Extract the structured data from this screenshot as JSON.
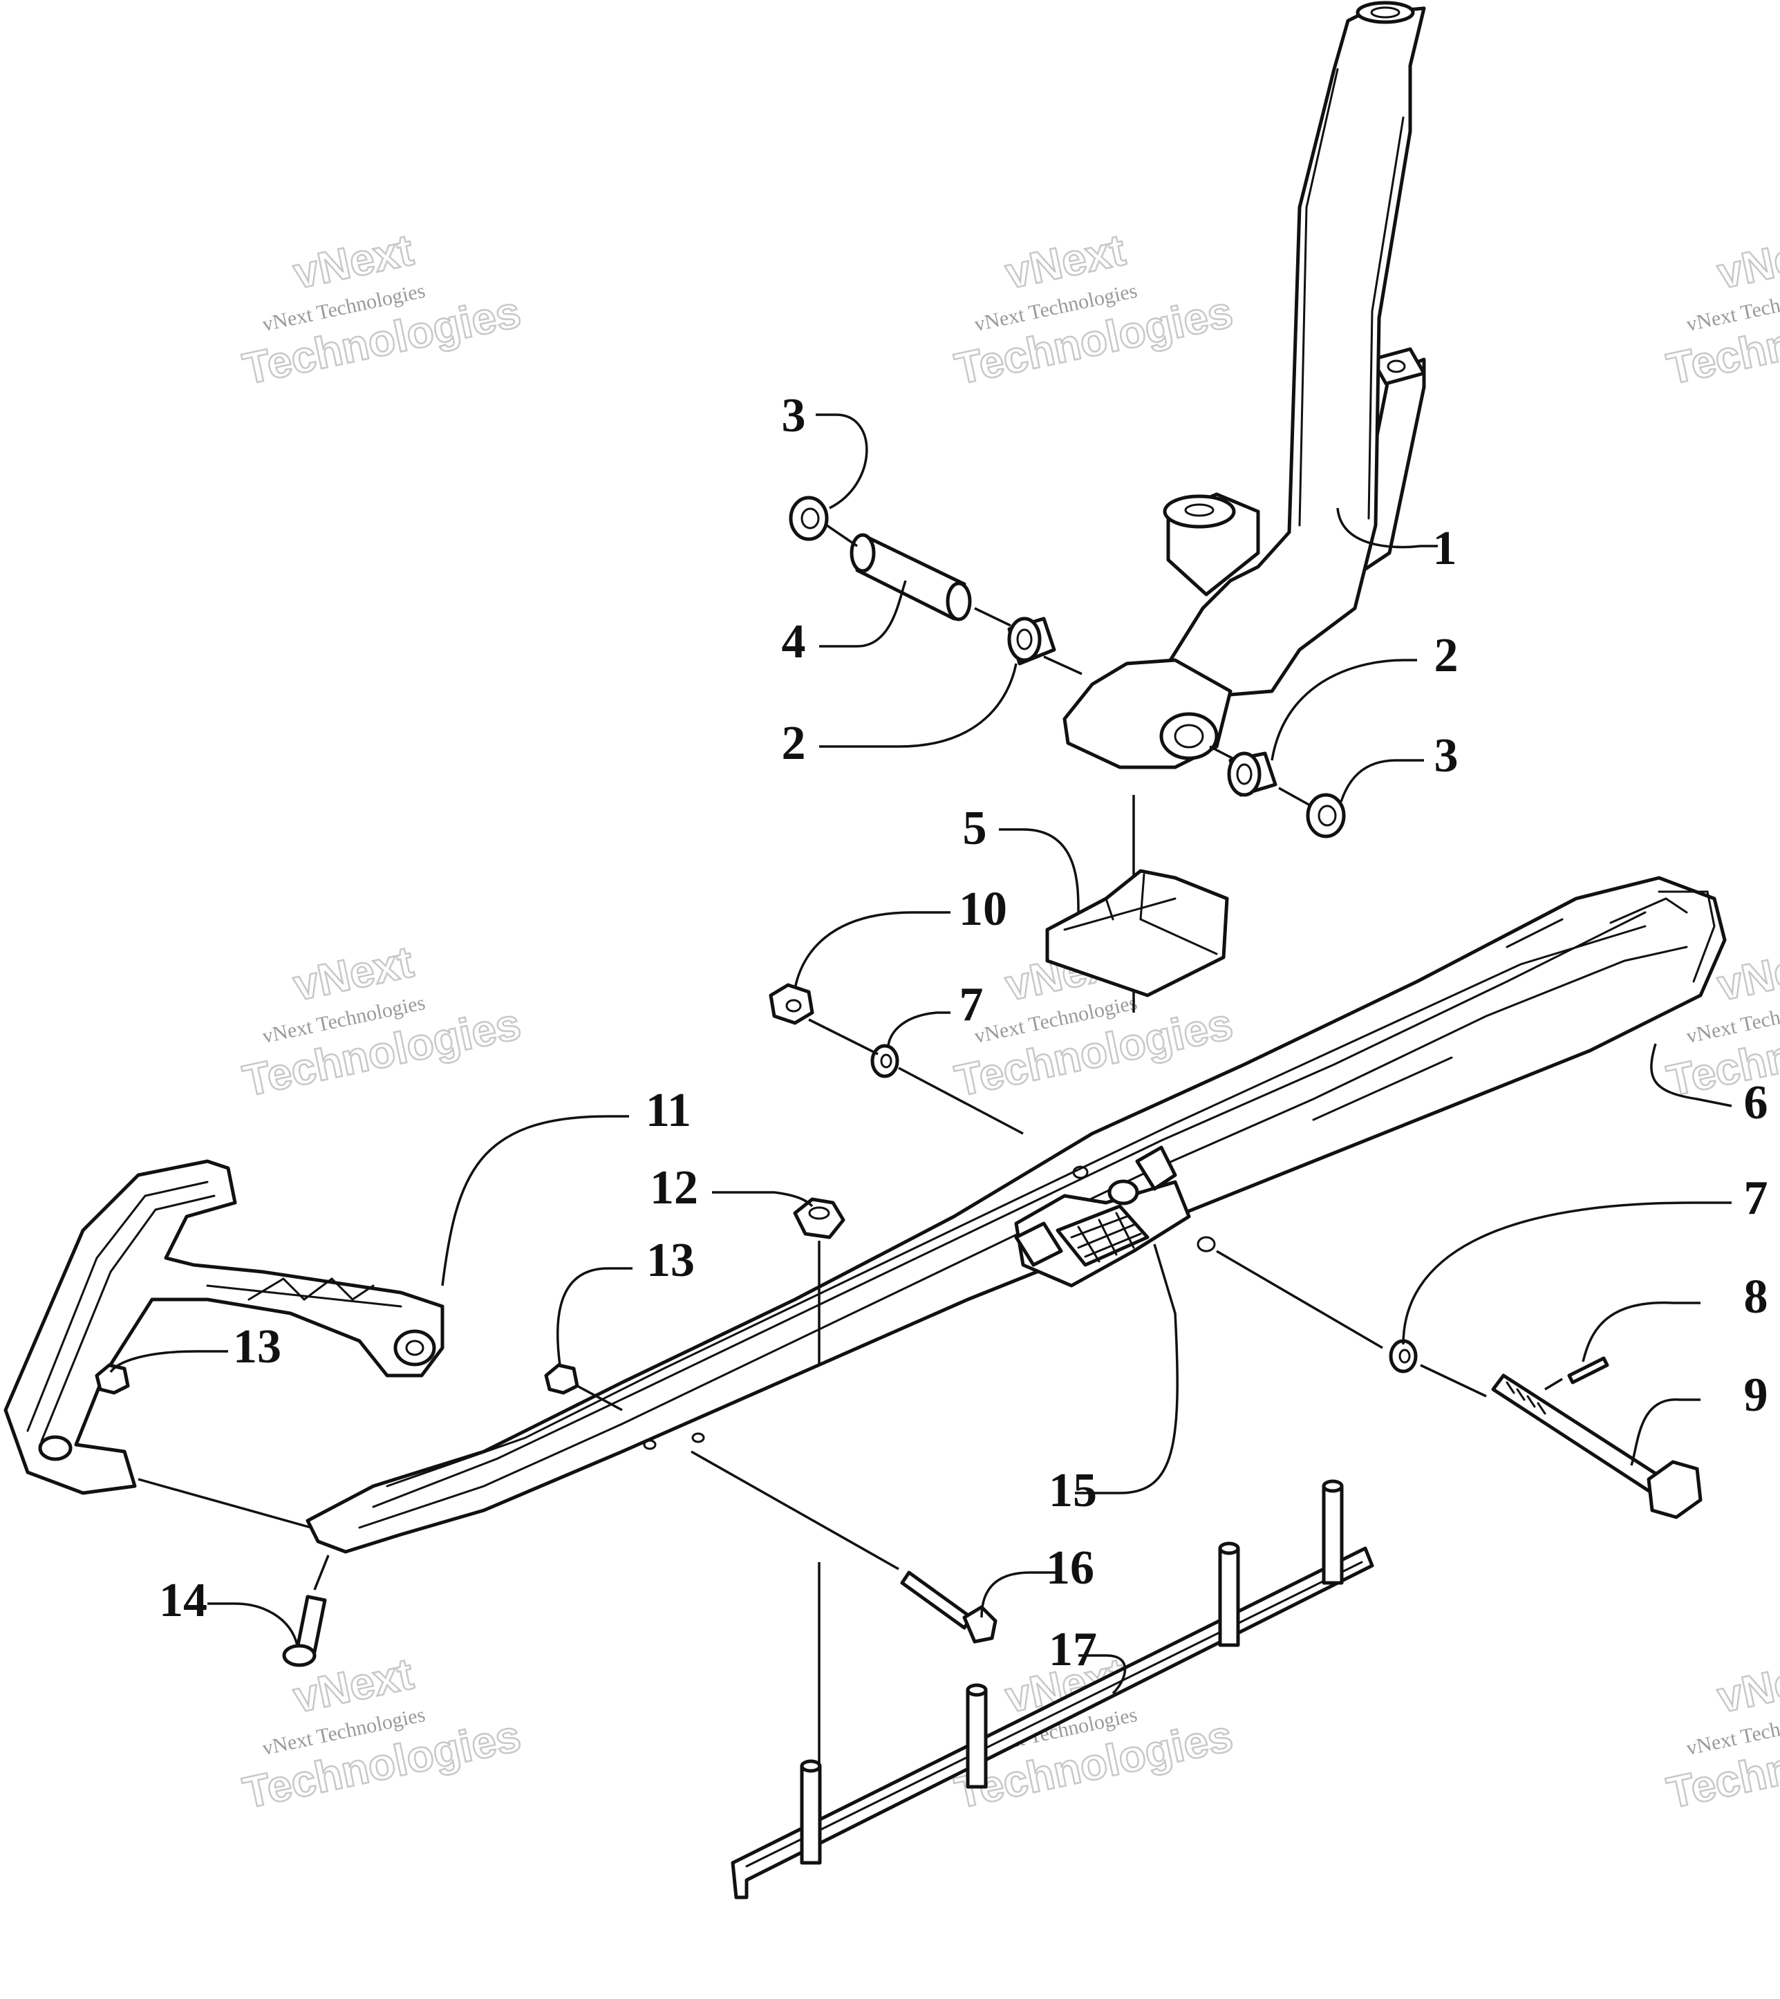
{
  "callouts": {
    "c1": "1",
    "c2a": "2",
    "c2b": "2",
    "c3a": "3",
    "c3b": "3",
    "c4": "4",
    "c5": "5",
    "c6": "6",
    "c7a": "7",
    "c7b": "7",
    "c8": "8",
    "c9": "9",
    "c10": "10",
    "c11": "11",
    "c12": "12",
    "c13a": "13",
    "c13b": "13",
    "c14": "14",
    "c15": "15",
    "c16": "16",
    "c17": "17"
  },
  "watermark": {
    "line1": "vNext",
    "line2": "vNext Technologies",
    "line3": "Technologies"
  }
}
